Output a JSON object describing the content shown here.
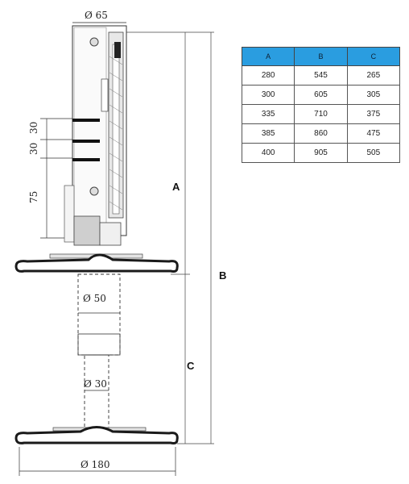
{
  "dimensions": {
    "top_diameter": "Ø 65",
    "spacing_1": "30",
    "spacing_2": "30",
    "spacing_3": "75",
    "tube_diameter": "Ø 50",
    "rod_diameter": "Ø 30",
    "base_diameter": "Ø 180",
    "label_a": "A",
    "label_b": "B",
    "label_c": "C"
  },
  "table": {
    "headers": [
      "A",
      "B",
      "C"
    ],
    "rows": [
      [
        "280",
        "545",
        "265"
      ],
      [
        "300",
        "605",
        "305"
      ],
      [
        "335",
        "710",
        "375"
      ],
      [
        "385",
        "860",
        "475"
      ],
      [
        "400",
        "905",
        "505"
      ]
    ]
  },
  "colors": {
    "header_bg": "#2a9de0",
    "line": "#222222",
    "plate": "#2a2a2a"
  }
}
